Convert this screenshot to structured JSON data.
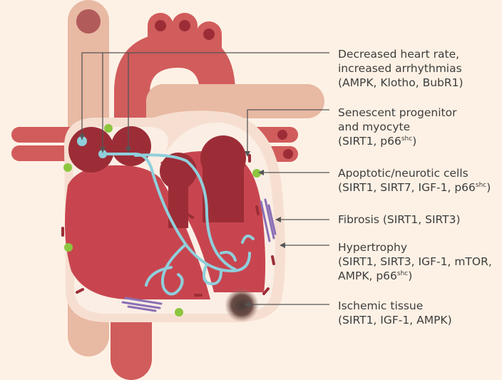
{
  "colors": {
    "background": "#fdf1e5",
    "vessel_peach": "#e8b9a3",
    "vessel_red": "#d15c5c",
    "heart_outer": "#f6dfd1",
    "heart_inner": "#fbeee4",
    "muscle": "#c8454f",
    "chamber_dark": "#9c2d37",
    "nerve_blue": "#8fcfdb",
    "apoptotic_green": "#8cc63f",
    "fibrosis_purple": "#8b6fb5",
    "ischemic_dark": "#4a3a36",
    "leader_line": "#555555"
  },
  "annotations": [
    {
      "lines": [
        "Decreased heart rate,",
        "increased arrhythmias",
        "(AMPK, Klotho, BubR1)"
      ]
    },
    {
      "lines": [
        "Senescent progenitor",
        "and myocyte",
        "(SIRT1, p66"
      ],
      "sup": "shc",
      "suffix": ")"
    },
    {
      "lines": [
        "Apoptotic/neurotic cells",
        "(SIRT1, SIRT7, IGF-1, p66"
      ],
      "sup": "shc",
      "suffix": ")"
    },
    {
      "lines": [
        "Fibrosis (SIRT1, SIRT3)"
      ]
    },
    {
      "lines": [
        "Hypertrophy",
        "(SIRT1, SIRT3, IGF-1, mTOR,",
        "AMPK, p66"
      ],
      "sup": "shc",
      "suffix": ")"
    },
    {
      "lines": [
        "Ischemic tissue",
        "(SIRT1, IGF-1, AMPK)"
      ]
    }
  ]
}
